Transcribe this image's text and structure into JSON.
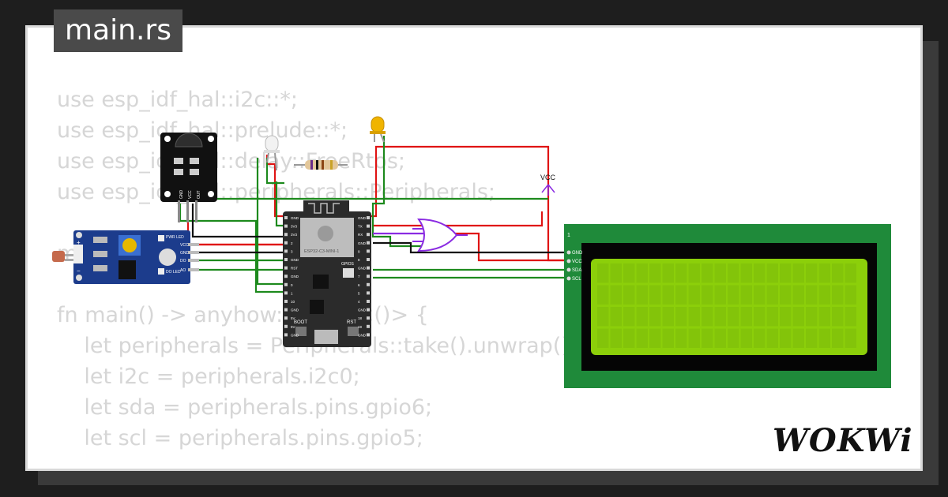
{
  "file_tab": {
    "label": "main.rs"
  },
  "code_lines": [
    "use esp_idf_hal::i2c::*;",
    "use esp_idf_hal::prelude::*;",
    "use esp_idf_hal::delay::FreeRtos;",
    "use esp_idf_hal::peripherals::Peripherals;",
    "",
    "mod lcd;",
    "",
    "fn main() -> anyhow::Result<()> {",
    "    let peripherals = Peripherals::take().unwrap();",
    "    let i2c = peripherals.i2c0;",
    "    let sda = peripherals.pins.gpio6;",
    "    let scl = peripherals.pins.gpio5;"
  ],
  "logo": {
    "text": "WOKWi"
  },
  "circuit": {
    "mcu_label": "ESP32-C3-MINI-1",
    "mcu_gpio_label": "GPIOS",
    "boot_label": "BOOT",
    "rst_label": "RST",
    "vcc_label": "VCC",
    "lcd_pin_number": "1",
    "lcd_pins": [
      "GND",
      "VCC",
      "SDA",
      "SCL"
    ],
    "ir_pins": [
      "GND",
      "VCC",
      "OUT"
    ],
    "ldr_pins": [
      "VCC",
      "GND",
      "DO",
      "AO"
    ],
    "ldr_leds": [
      "PWR LED",
      "DO LED"
    ],
    "mcu_left_pins": [
      "GND",
      "3V3",
      "3V3",
      "2",
      "3",
      "GND",
      "RST",
      "GND",
      "0",
      "1",
      "10",
      "GND",
      "5V",
      "5V",
      "GND"
    ],
    "mcu_right_pins": [
      "GND",
      "TX",
      "RX",
      "GND",
      "9",
      "8",
      "GND",
      "7",
      "6",
      "5",
      "4",
      "GND",
      "18",
      "19",
      "GND"
    ],
    "colors": {
      "wire_red": "#e01414",
      "wire_green": "#1d8a1d",
      "wire_black": "#111111",
      "wire_purple": "#8a2be2",
      "lcd_board": "#1f8a3a",
      "lcd_screen": "#8ccf0a",
      "mcu_board": "#2b2b2b",
      "ldr_board": "#1c3c8c",
      "led_yellow": "#f0b400"
    }
  }
}
